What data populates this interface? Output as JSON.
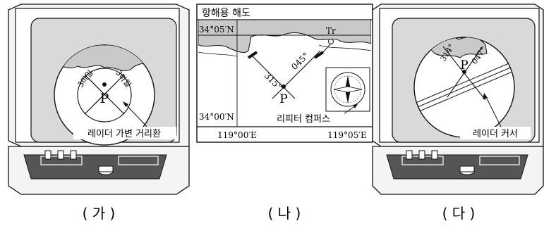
{
  "panel_ga": {
    "left_ring_label": "3마일",
    "right_ring_label": "3마일",
    "ship_label": "P",
    "callout": "레이더 가변 거리환",
    "caption": "( 가 )"
  },
  "panel_na": {
    "title": "항해용 해도",
    "lat_top": "34°05′N",
    "lat_bottom": "34°00′N",
    "lon_left": "119°00′E",
    "lon_right": "119°05′E",
    "bearing_left": "315°",
    "bearing_right": "045°",
    "tower_label": "Tr",
    "ship_label": "P",
    "callout": "리피터 컴퍼스",
    "caption": "( 나 )"
  },
  "panel_da": {
    "bearing_left": "314°",
    "bearing_right": "047°",
    "ship_label": "P",
    "callout": "레이더 커서",
    "caption": "( 다 )"
  },
  "colors": {
    "land": "#c9c9c9",
    "screen_frame": "#e6e6e6",
    "console_dark": "#555555",
    "ink": "#111111"
  }
}
